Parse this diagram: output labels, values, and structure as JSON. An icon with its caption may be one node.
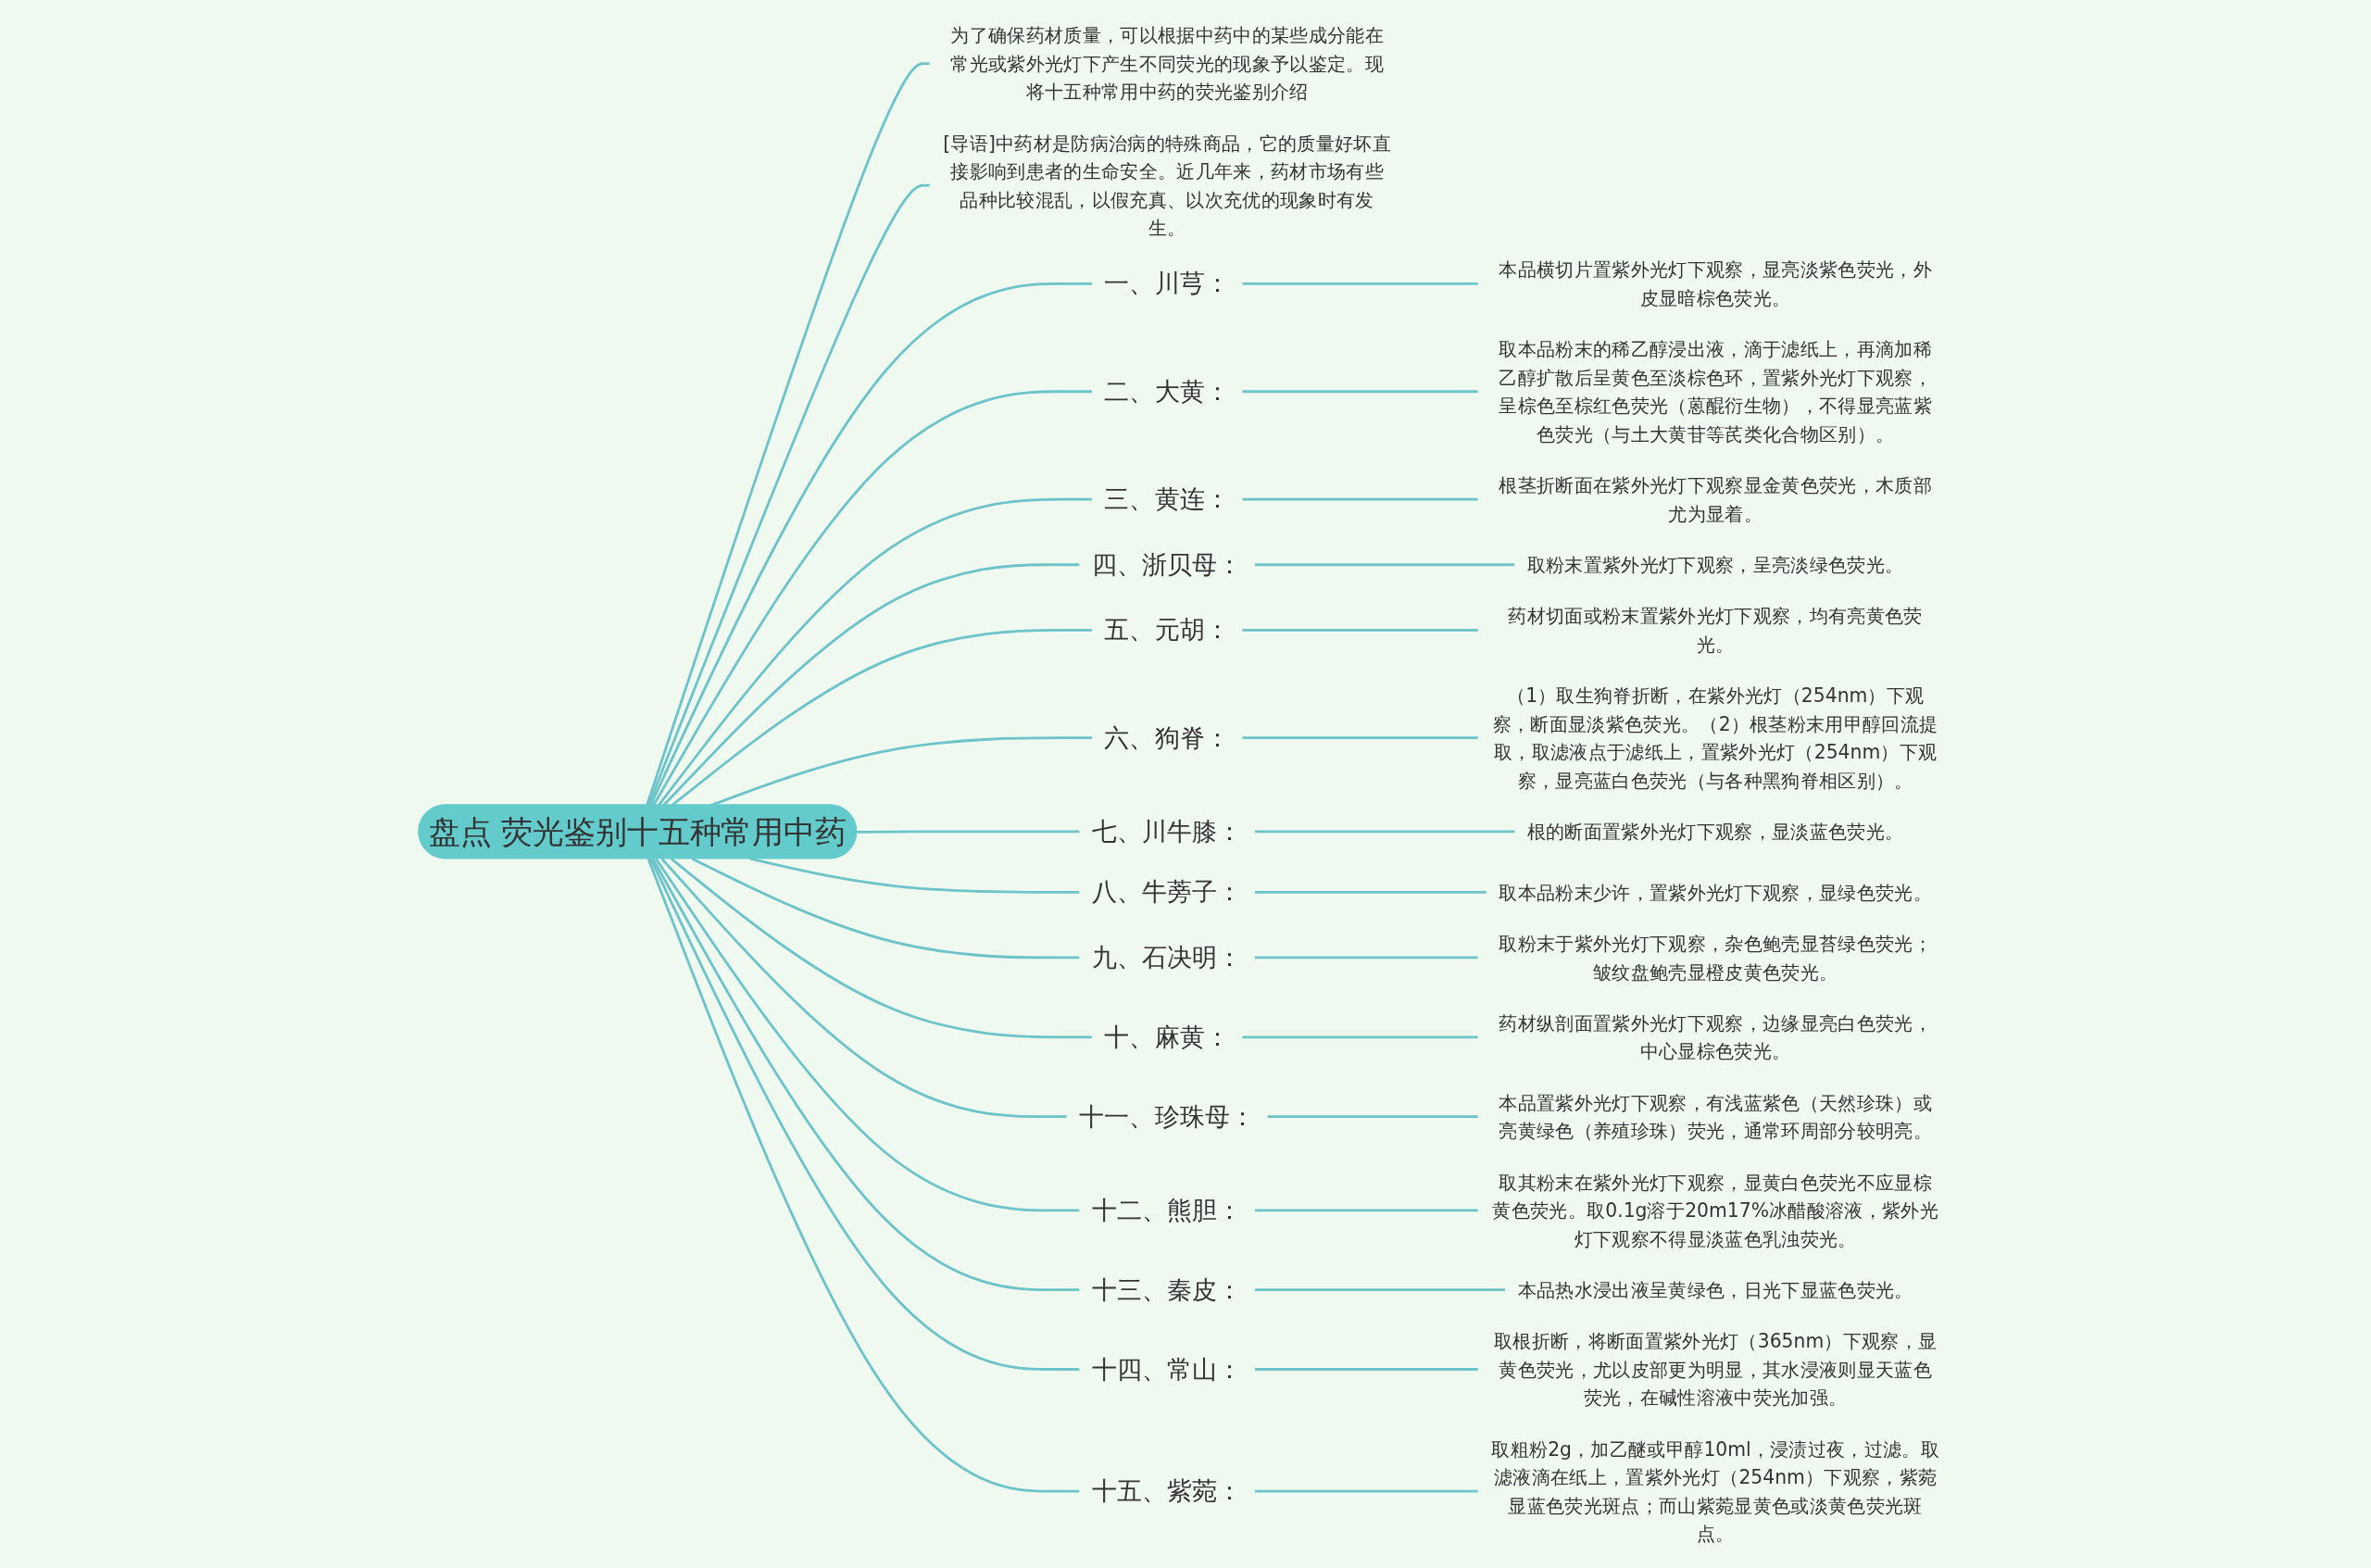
{
  "diagram": {
    "nodes": [
      {
        "text": [
          "盘点 荧光鉴别十五种常用中药"
        ]
      },
      {
        "text": [
          "为了确保药材质量，可以根据中药中的某些成分能在常光或紫外光灯下产生不同荧光的现象予以鉴定。现将十五种常用中药的荧光鉴别介绍"
        ]
      },
      {
        "text": [
          "[导语]中药材是防病治病的特殊商品，它的质量好坏直接影响到患者的生命安全。近几年来，药材市场有些品种比较混乱，以假充真、以次充优的现象时有发生。"
        ]
      },
      {
        "text": [
          "一、川芎："
        ]
      },
      {
        "text": [
          "本品横切片置紫外光灯下观察，显亮淡紫色荧光，外皮显暗棕色荧光。"
        ]
      },
      {
        "text": [
          "二、大黄："
        ]
      },
      {
        "text": [
          "取本品粉末的稀乙醇浸出液，滴于滤纸上，再滴加稀乙醇扩散后呈黄色至淡棕色环，置紫外光灯下观察，呈棕色至棕红色荧光（蒽醌衍生物），不得显亮蓝紫色荧光（与土大黄苷等芪类化合物区别）。"
        ]
      },
      {
        "text": [
          "三、黄连："
        ]
      },
      {
        "text": [
          "根茎折断面在紫外光灯下观察显金黄色荧光，木质部尤为显着。"
        ]
      },
      {
        "text": [
          "四、浙贝母："
        ]
      },
      {
        "text": [
          "取粉末置紫外光灯下观察，呈亮淡绿色荧光。"
        ]
      },
      {
        "text": [
          "五、元胡："
        ]
      },
      {
        "text": [
          "药材切面或粉末置紫外光灯下观察，均有亮黄色荧光。"
        ]
      },
      {
        "text": [
          "六、狗脊："
        ]
      },
      {
        "text": [
          "（1）取生狗脊折断，在紫外光灯（254nm）下观察，断面显淡紫色荧光。（2）根茎粉末用甲醇回流提取，取滤液点于滤纸上，置紫外光灯（254nm）下观察，显亮蓝白色荧光（与各种黑狗脊相区别）。"
        ]
      },
      {
        "text": [
          "七、川牛膝："
        ]
      },
      {
        "text": [
          "根的断面置紫外光灯下观察，显淡蓝色荧光。"
        ]
      },
      {
        "text": [
          "八、牛蒡子："
        ]
      },
      {
        "text": [
          "取本品粉末少许，置紫外光灯下观察，显绿色荧光。"
        ]
      },
      {
        "text": [
          "九、石决明："
        ]
      },
      {
        "text": [
          "取粉末于紫外光灯下观察，杂色鲍壳显苔绿色荧光；皱纹盘鲍壳显橙皮黄色荧光。"
        ]
      },
      {
        "text": [
          "十、麻黄："
        ]
      },
      {
        "text": [
          "药材纵剖面置紫外光灯下观察，边缘显亮白色荧光，中心显棕色荧光。"
        ]
      },
      {
        "text": [
          "十一、珍珠母："
        ]
      },
      {
        "text": [
          "本品置紫外光灯下观察，有浅蓝紫色（天然珍珠）或亮黄绿色（养殖珍珠）荧光，通常环周部分较明亮。"
        ]
      },
      {
        "text": [
          "十二、熊胆："
        ]
      },
      {
        "text": [
          "取其粉末在紫外光灯下观察，显黄白色荧光不应显棕黄色荧光。取0.1g溶于20m17%冰醋酸溶液，紫外光灯下观察不得显淡蓝色乳浊荧光。"
        ]
      },
      {
        "text": [
          "十三、秦皮："
        ]
      },
      {
        "text": [
          "本品热水浸出液呈黄绿色，日光下显蓝色荧光。"
        ]
      },
      {
        "text": [
          "十四、常山："
        ]
      },
      {
        "text": [
          "取根折断，将断面置紫外光灯（365nm）下观察，显黄色荧光，尤以皮部更为明显，其水浸液则显天蓝色荧光，在碱性溶液中荧光加强。"
        ]
      },
      {
        "text": [
          "十五、紫菀："
        ]
      },
      {
        "text": [
          "取粗粉2g，加乙醚或甲醇10ml，浸渍过夜，过滤。取滤液滴在纸上，置紫外光灯（254nm）下观察，紫菀显蓝色荧光斑点；而山紫菀显黄色或淡黄色荧光斑点。"
        ]
      }
    ],
    "edges": [
      {
        "from": 0,
        "to": 1,
        "arrow": "none"
      },
      {
        "from": 0,
        "to": 2,
        "arrow": "none"
      },
      {
        "from": 0,
        "to": 3,
        "arrow": "none"
      },
      {
        "from": 3,
        "to": 4,
        "arrow": "none"
      },
      {
        "from": 0,
        "to": 5,
        "arrow": "none"
      },
      {
        "from": 5,
        "to": 6,
        "arrow": "none"
      },
      {
        "from": 0,
        "to": 7,
        "arrow": "none"
      },
      {
        "from": 7,
        "to": 8,
        "arrow": "none"
      },
      {
        "from": 0,
        "to": 9,
        "arrow": "none"
      },
      {
        "from": 9,
        "to": 10,
        "arrow": "none"
      },
      {
        "from": 0,
        "to": 11,
        "arrow": "none"
      },
      {
        "from": 11,
        "to": 12,
        "arrow": "none"
      },
      {
        "from": 0,
        "to": 13,
        "arrow": "none"
      },
      {
        "from": 13,
        "to": 14,
        "arrow": "none"
      },
      {
        "from": 0,
        "to": 15,
        "arrow": "none"
      },
      {
        "from": 15,
        "to": 16,
        "arrow": "none"
      },
      {
        "from": 0,
        "to": 17,
        "arrow": "none"
      },
      {
        "from": 17,
        "to": 18,
        "arrow": "none"
      },
      {
        "from": 0,
        "to": 19,
        "arrow": "none"
      },
      {
        "from": 19,
        "to": 20,
        "arrow": "none"
      },
      {
        "from": 0,
        "to": 21,
        "arrow": "none"
      },
      {
        "from": 21,
        "to": 22,
        "arrow": "none"
      },
      {
        "from": 0,
        "to": 23,
        "arrow": "none"
      },
      {
        "from": 23,
        "to": 24,
        "arrow": "none"
      },
      {
        "from": 0,
        "to": 25,
        "arrow": "none"
      },
      {
        "from": 25,
        "to": 26,
        "arrow": "none"
      },
      {
        "from": 0,
        "to": 27,
        "arrow": "none"
      },
      {
        "from": 27,
        "to": 28,
        "arrow": "none"
      },
      {
        "from": 0,
        "to": 29,
        "arrow": "none"
      },
      {
        "from": 29,
        "to": 30,
        "arrow": "none"
      },
      {
        "from": 0,
        "to": 31,
        "arrow": "none"
      },
      {
        "from": 31,
        "to": 32,
        "arrow": "none"
      }
    ]
  }
}
